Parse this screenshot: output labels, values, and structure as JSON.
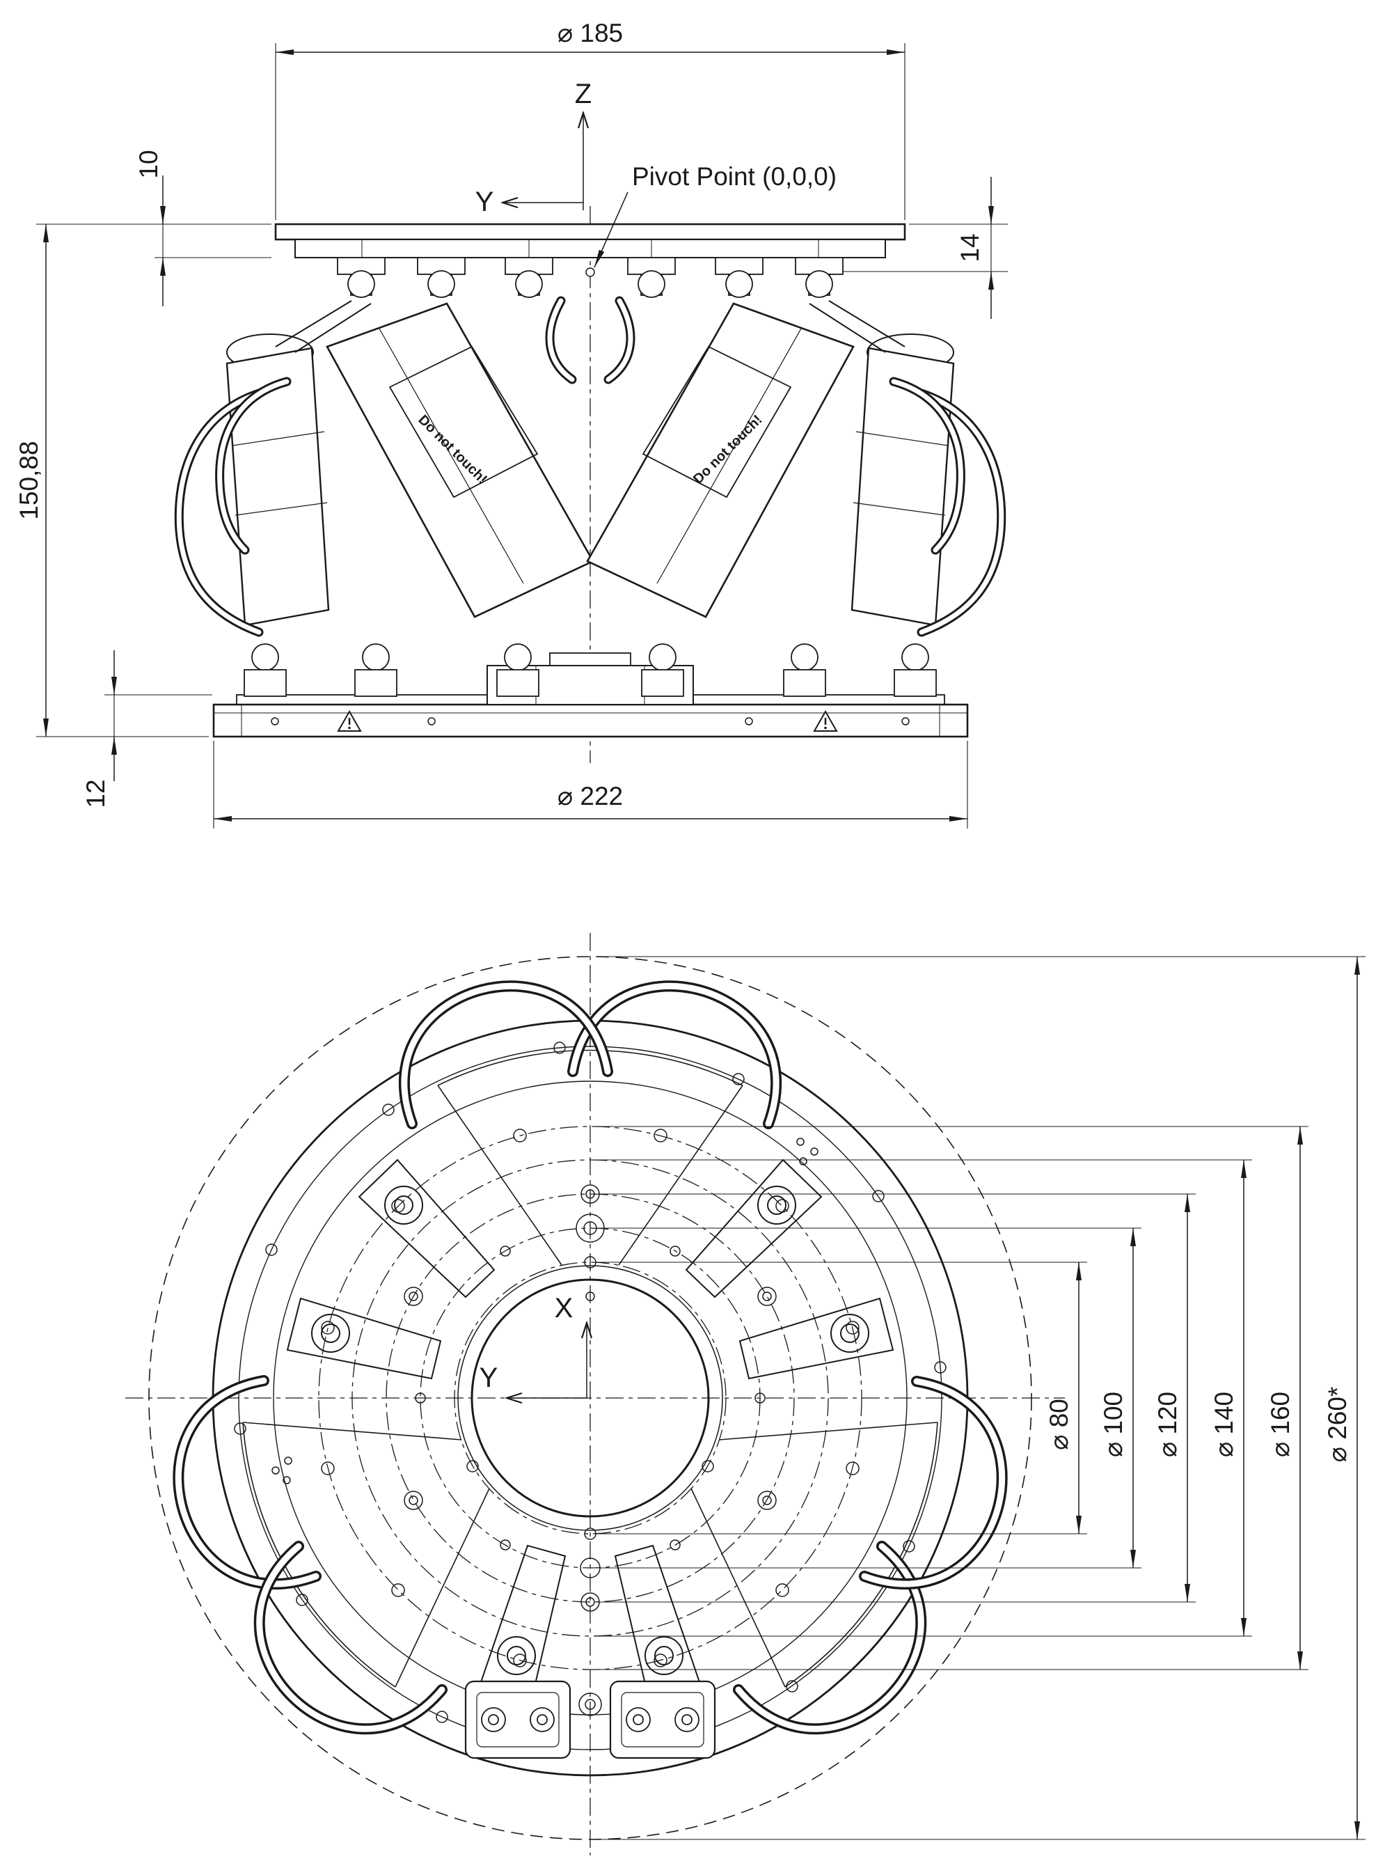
{
  "colors": {
    "ink": "#1a1a1a",
    "background": "#ffffff"
  },
  "side_view": {
    "dims": {
      "top_diameter": "⌀ 185",
      "bottom_diameter": "⌀ 222",
      "overall_height": "150,88",
      "plate_thickness": "10",
      "pivot_depth": "14",
      "base_thickness": "12"
    },
    "axis_z": "Z",
    "axis_y": "Y",
    "pivot_label": "Pivot Point (0,0,0)",
    "actuator_warning": "Do not touch!"
  },
  "plan_view": {
    "axis_x": "X",
    "axis_y": "Y",
    "diameter_dims": [
      "⌀ 80",
      "⌀ 100",
      "⌀ 120",
      "⌀ 140",
      "⌀ 160",
      "⌀ 260*"
    ]
  }
}
